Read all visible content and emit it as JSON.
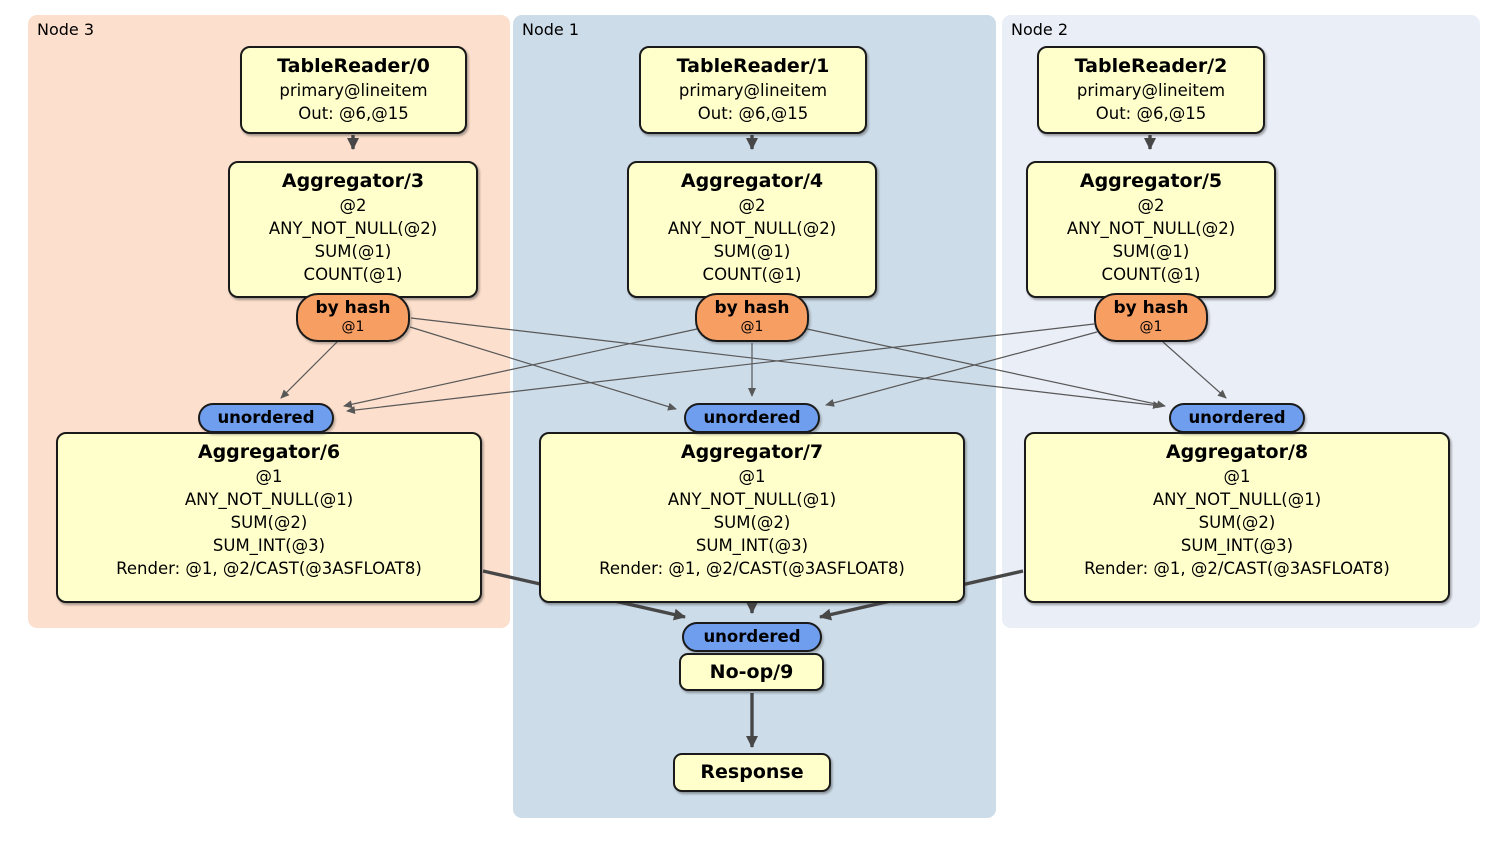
{
  "colors": {
    "node3_bg": "#fcdfcc",
    "node1_bg": "#cddce9",
    "node2_bg": "#eaeef7",
    "box_fill": "#ffffcc",
    "router_fill": "#f79e63",
    "sync_fill": "#6f9eef",
    "edge_thin": "#585858",
    "edge_thick": "#474747"
  },
  "panels": [
    {
      "label": "Node 3",
      "table_reader": {
        "title": "TableReader/0",
        "index_line": "primary@lineitem",
        "out_line": "Out: @6,@15"
      },
      "agg_top": {
        "title": "Aggregator/3",
        "lines": [
          "@2",
          "ANY_NOT_NULL(@2)",
          "SUM(@1)",
          "COUNT(@1)"
        ]
      },
      "router": {
        "label": "by hash",
        "detail": "@1"
      },
      "sync": {
        "label": "unordered"
      },
      "agg_bottom": {
        "title": "Aggregator/6",
        "lines": [
          "@1",
          "ANY_NOT_NULL(@1)",
          "SUM(@2)",
          "SUM_INT(@3)",
          "Render: @1, @2/CAST(@3ASFLOAT8)"
        ]
      }
    },
    {
      "label": "Node 1",
      "table_reader": {
        "title": "TableReader/1",
        "index_line": "primary@lineitem",
        "out_line": "Out: @6,@15"
      },
      "agg_top": {
        "title": "Aggregator/4",
        "lines": [
          "@2",
          "ANY_NOT_NULL(@2)",
          "SUM(@1)",
          "COUNT(@1)"
        ]
      },
      "router": {
        "label": "by hash",
        "detail": "@1"
      },
      "sync": {
        "label": "unordered"
      },
      "agg_bottom": {
        "title": "Aggregator/7",
        "lines": [
          "@1",
          "ANY_NOT_NULL(@1)",
          "SUM(@2)",
          "SUM_INT(@3)",
          "Render: @1, @2/CAST(@3ASFLOAT8)"
        ]
      }
    },
    {
      "label": "Node 2",
      "table_reader": {
        "title": "TableReader/2",
        "index_line": "primary@lineitem",
        "out_line": "Out: @6,@15"
      },
      "agg_top": {
        "title": "Aggregator/5",
        "lines": [
          "@2",
          "ANY_NOT_NULL(@2)",
          "SUM(@1)",
          "COUNT(@1)"
        ]
      },
      "router": {
        "label": "by hash",
        "detail": "@1"
      },
      "sync": {
        "label": "unordered"
      },
      "agg_bottom": {
        "title": "Aggregator/8",
        "lines": [
          "@1",
          "ANY_NOT_NULL(@1)",
          "SUM(@2)",
          "SUM_INT(@3)",
          "Render: @1, @2/CAST(@3ASFLOAT8)"
        ]
      }
    }
  ],
  "final_stage": {
    "sync_label": "unordered",
    "noop_title": "No-op/9",
    "response_title": "Response"
  }
}
